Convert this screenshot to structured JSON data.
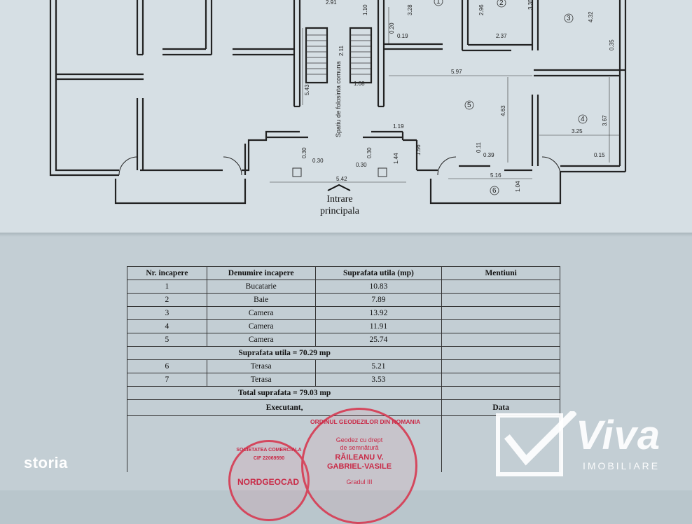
{
  "plan": {
    "dimensions": [
      "2.91",
      "1.10",
      "3.28",
      "0.20",
      "0.19",
      "2.11",
      "1.08",
      "5.43",
      "2.96",
      "3.35",
      "2.37",
      "4.32",
      "0.35",
      "5.97",
      "4.63",
      "3.67",
      "3.25",
      "0.15",
      "1.19",
      "1.56",
      "1.44",
      "0.30",
      "0.30",
      "0.30",
      "0.30",
      "0.11",
      "0.39",
      "5.16",
      "1.04",
      "5.42"
    ],
    "stair_label": "Spatiu de folosinta comuna",
    "room_numbers": [
      "1",
      "2",
      "3",
      "4",
      "5",
      "6"
    ],
    "entrance_line1": "Intrare",
    "entrance_line2": "principala"
  },
  "table": {
    "headers": [
      "Nr. incapere",
      "Denumire incapere",
      "Suprafata utila (mp)",
      "Mentiuni"
    ],
    "rows": [
      {
        "nr": "1",
        "name": "Bucatarie",
        "area": "10.83",
        "note": ""
      },
      {
        "nr": "2",
        "name": "Baie",
        "area": "7.89",
        "note": ""
      },
      {
        "nr": "3",
        "name": "Camera",
        "area": "13.92",
        "note": ""
      },
      {
        "nr": "4",
        "name": "Camera",
        "area": "11.91",
        "note": ""
      },
      {
        "nr": "5",
        "name": "Camera",
        "area": "25.74",
        "note": ""
      }
    ],
    "subtotal": "Suprafata utila = 70.29 mp",
    "rows2": [
      {
        "nr": "6",
        "name": "Terasa",
        "area": "5.21",
        "note": ""
      },
      {
        "nr": "7",
        "name": "Terasa",
        "area": "3.53",
        "note": ""
      }
    ],
    "total": "Total suprafata = 79.03 mp",
    "executant": "Executant,",
    "data_label": "Data"
  },
  "stamps": {
    "left_line1": "SOCIETATEA COMERCIALA",
    "left_line2": "CIF 22069590",
    "left_line3": "NORDGEOCAD",
    "right_ring": "ORDINUL GEODEZILOR DIN ROMANIA",
    "right_line1": "Geodez cu drept",
    "right_line2": "de semnătură",
    "right_line3": "RĂILEANU V.",
    "right_line4": "GABRIEL-VASILE",
    "right_line5": "Gradul III"
  },
  "watermarks": {
    "storia": "storia",
    "viva": "Viva",
    "imobiliare": "IMOBILIARE"
  },
  "colors": {
    "stamp": "#c92a47",
    "paper": "#d6dfe4",
    "ink": "#222222"
  }
}
